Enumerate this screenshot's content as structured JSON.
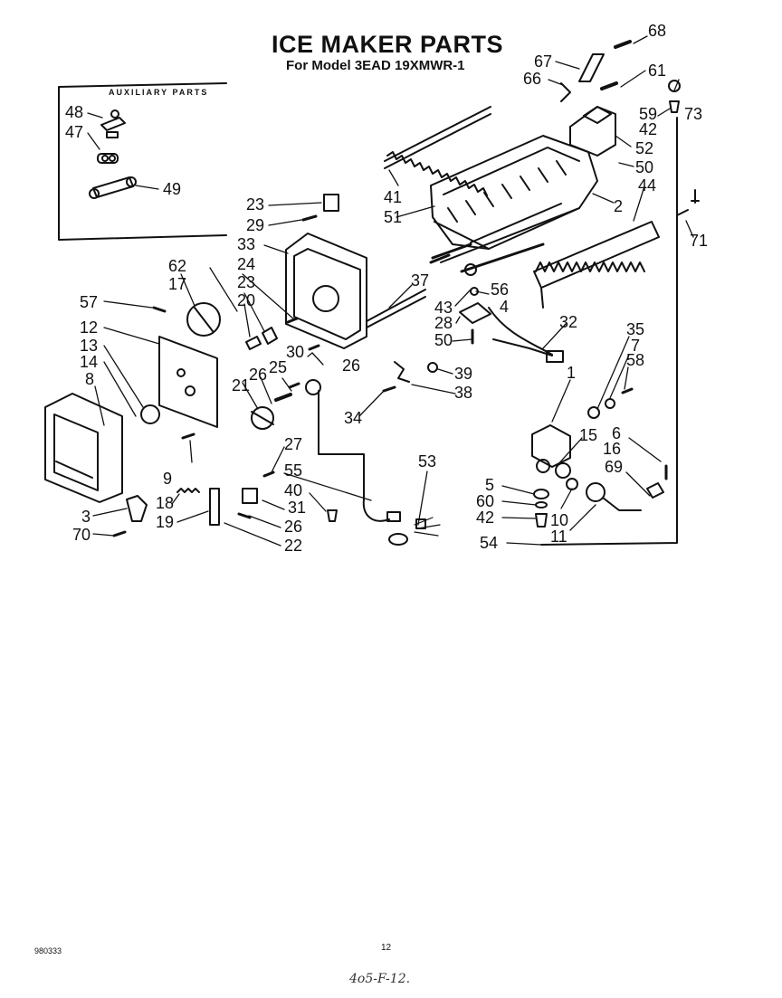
{
  "header": {
    "title": "ICE MAKER PARTS",
    "subtitle": "For Model 3EAD 19XMWR-1"
  },
  "auxiliary_box": {
    "label": "AUXILIARY PARTS"
  },
  "footer": {
    "code": "980333",
    "page": "12",
    "handwritten": "4o5-F-12."
  },
  "callouts": [
    "48",
    "47",
    "49",
    "23",
    "29",
    "33",
    "41",
    "51",
    "68",
    "67",
    "66",
    "61",
    "59",
    "73",
    "42",
    "52",
    "50",
    "2",
    "44",
    "71",
    "62",
    "17",
    "57",
    "12",
    "13",
    "14",
    "8",
    "24",
    "23",
    "20",
    "37",
    "43",
    "56",
    "4",
    "28",
    "50",
    "32",
    "30",
    "26",
    "25",
    "21",
    "26",
    "39",
    "38",
    "34",
    "35",
    "7",
    "58",
    "1",
    "15",
    "6",
    "16",
    "9",
    "18",
    "19",
    "3",
    "70",
    "27",
    "55",
    "31",
    "40",
    "26",
    "22",
    "53",
    "69",
    "5",
    "60",
    "42",
    "10",
    "11",
    "54"
  ]
}
